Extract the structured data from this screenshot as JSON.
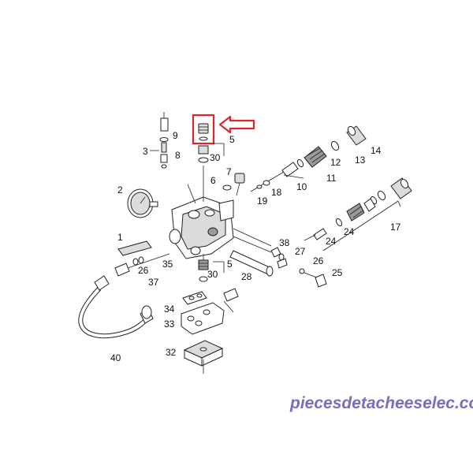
{
  "diagram": {
    "labels": [
      "9",
      "3",
      "8",
      "5",
      "30",
      "7",
      "6",
      "14",
      "12",
      "13",
      "11",
      "18",
      "10",
      "2",
      "19",
      "17",
      "24",
      "24",
      "1",
      "38",
      "27",
      "26",
      "26",
      "35",
      "5",
      "30",
      "28",
      "25",
      "37",
      "34",
      "33",
      "40",
      "32"
    ],
    "watermark": "piecesdetacheeselec.com"
  },
  "colors": {
    "highlight": "#e0242b",
    "watermark": "#7a6cc4",
    "line": "#222222"
  },
  "icons": {
    "callout": "arrow-left-icon"
  }
}
